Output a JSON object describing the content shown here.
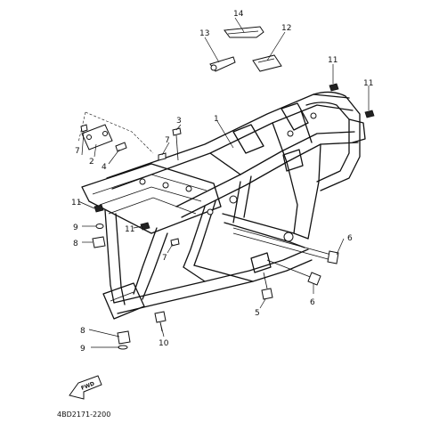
{
  "diagram": {
    "part_code": "4BD2171-2200",
    "fwd_label": "FWD",
    "callouts": {
      "c1": "1",
      "c2": "2",
      "c3": "3",
      "c4": "4",
      "c5": "5",
      "c6a": "6",
      "c6b": "6",
      "c7a": "7",
      "c7b": "7",
      "c7c": "7",
      "c8a": "8",
      "c8b": "8",
      "c9a": "9",
      "c9b": "9",
      "c10": "10",
      "c11a": "11",
      "c11b": "11",
      "c11c": "11",
      "c11d": "11",
      "c12": "12",
      "c13": "13",
      "c14": "14"
    }
  }
}
